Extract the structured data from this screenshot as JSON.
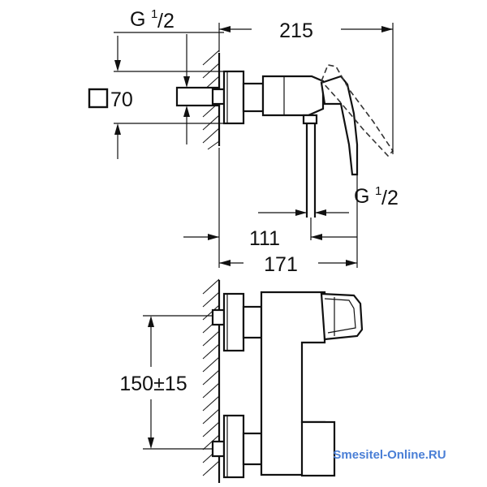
{
  "dimensions": {
    "total_depth": "215",
    "outlet_offset": "111",
    "body_depth": "171",
    "rosette_size": "70",
    "centre_distance": "150±15"
  },
  "threads": {
    "inlet_main": "G",
    "inlet_sup": "1",
    "inlet_sub": "/2",
    "outlet_main": "G",
    "outlet_sup": "1",
    "outlet_sub": "/2"
  },
  "watermark": {
    "text": "Smesitel-Online.RU",
    "color": "#4a7fd6"
  },
  "colors": {
    "line": "#111111",
    "background": "#ffffff"
  }
}
